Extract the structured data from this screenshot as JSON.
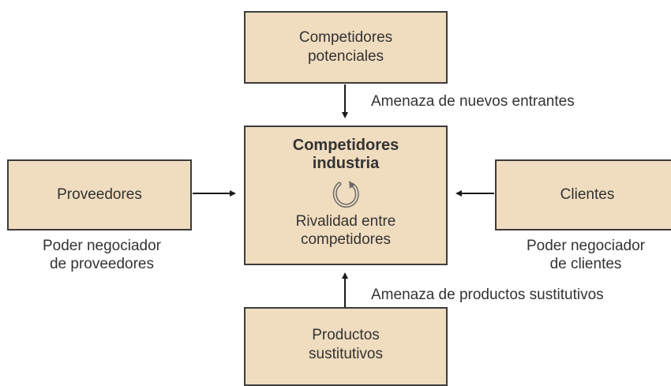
{
  "colors": {
    "box_fill": "#f0dcbf",
    "box_border": "#3c3c3c",
    "text": "#333333"
  },
  "boxes": {
    "top": {
      "line1": "Competidores",
      "line2": "potenciales"
    },
    "center": {
      "title_line1": "Competidores",
      "title_line2": "industria",
      "icon": "cycle-arrow-icon",
      "sub_line1": "Rivalidad entre",
      "sub_line2": "competidores"
    },
    "left": {
      "label": "Proveedores"
    },
    "right": {
      "label": "Clientes"
    },
    "bottom": {
      "line1": "Productos",
      "line2": "sustitutivos"
    }
  },
  "captions": {
    "top": "Amenaza de nuevos entrantes",
    "bottom": "Amenaza de productos sustitutivos",
    "left": {
      "line1": "Poder negociador",
      "line2": "de proveedores"
    },
    "right": {
      "line1": "Poder negociador",
      "line2": "de clientes"
    }
  }
}
